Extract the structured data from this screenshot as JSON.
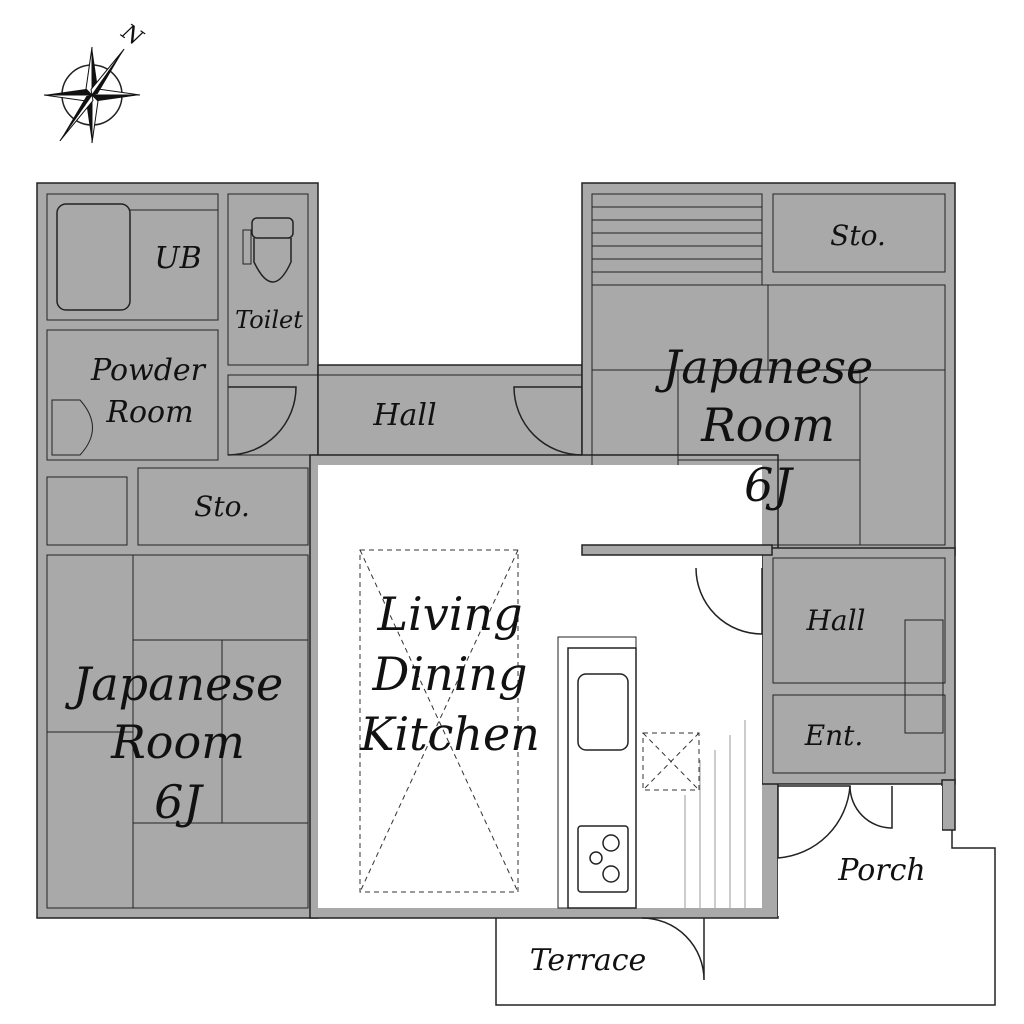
{
  "compass": {
    "north_label": "N"
  },
  "colors": {
    "wet": "#d9e9f5",
    "tatami": "#d7ebd5",
    "storage": "#f7e4c8",
    "wall": "#a9a9a9"
  },
  "rooms": {
    "ub": "UB",
    "toilet": "Toilet",
    "powder_line1": "Powder",
    "powder_line2": "Room",
    "hall_top": "Hall",
    "sto_left": "Sto.",
    "sto_right": "Sto.",
    "jr_left": {
      "line1": "Japanese",
      "line2": "Room",
      "line3": "6J"
    },
    "jr_right": {
      "line1": "Japanese",
      "line2": "Room",
      "line3": "6J"
    },
    "ldk": {
      "line1": "Living",
      "line2": "Dining",
      "line3": "Kitchen"
    },
    "hall_right": "Hall",
    "ent": "Ent.",
    "porch": "Porch",
    "terrace": "Terrace"
  }
}
